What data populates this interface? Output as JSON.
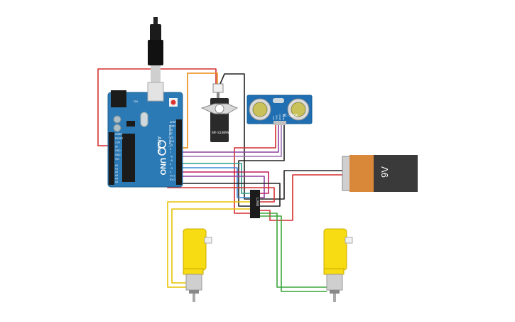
{
  "arduino": {
    "brand": "Arduino",
    "model": "UNO",
    "power_pins": [
      "IOREF",
      "RESET",
      "3.3V",
      "5V",
      "GND",
      "GND",
      "VIN"
    ],
    "analog_pins": [
      "A0",
      "A1",
      "A2",
      "A3",
      "A4",
      "A5"
    ],
    "digital_pins": [
      "AREF",
      "GND",
      "13",
      "12",
      "~11",
      "~10",
      "~9",
      "8",
      "7",
      "~6",
      "~5",
      "4",
      "~3",
      "2",
      "TX 1",
      "RX 0"
    ],
    "digital_header": "DIGITAL (PWM~)",
    "analog_header": "ANALOG IN",
    "power_header": "POWER",
    "on_label": "ON",
    "tx_label": "TX",
    "rx_label": "RX",
    "l_label": "L"
  },
  "servo": {
    "label": "SM-S2309S"
  },
  "ultrasonic": {
    "label": "HC-SR04",
    "pins": [
      "VCC",
      "TRIG",
      "ECHO",
      "GND"
    ]
  },
  "battery": {
    "label": "9V"
  },
  "driver": {
    "label": "L293D"
  },
  "colors": {
    "board": "#2c7ab5",
    "board_dark": "#1f5f91",
    "wire_red": "#d32f2f",
    "wire_black": "#222222",
    "wire_orange": "#ef8a12",
    "wire_purple": "#8e3f9e",
    "wire_magenta": "#c2185b",
    "wire_blue": "#3b8ad9",
    "wire_teal": "#2a9d8f",
    "wire_yellow": "#e6c200",
    "wire_green": "#3aa53a",
    "motor_yellow": "#f7dc14",
    "battery_orange": "#d9883a",
    "battery_dark": "#3a3a3a"
  },
  "icons": [
    "usb-plug-icon",
    "power-jack-icon",
    "reset-button-icon"
  ]
}
